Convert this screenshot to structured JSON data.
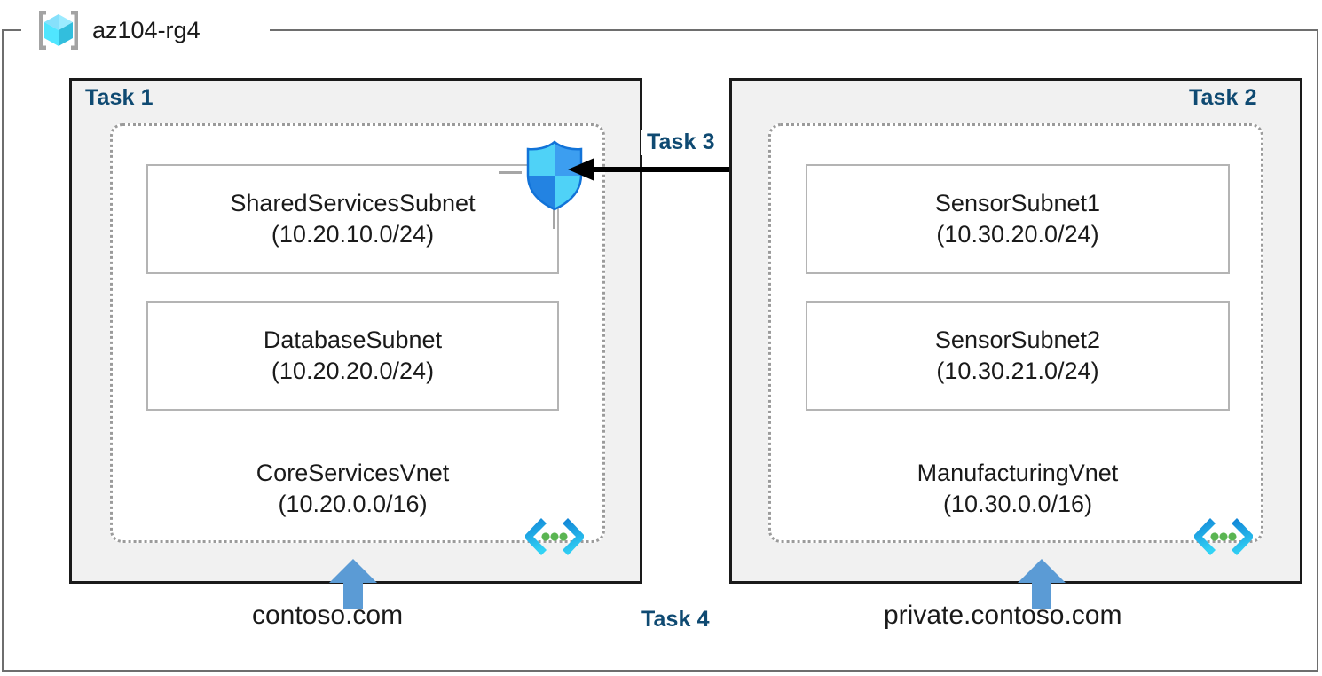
{
  "resource_group": {
    "name": "az104-rg4",
    "icon": "resource-group-cube-icon"
  },
  "tasks": {
    "task1_label": "Task 1",
    "task2_label": "Task 2",
    "task3_label": "Task 3",
    "task4_label": "Task 4"
  },
  "vnets": [
    {
      "id": "core-services",
      "name": "CoreServicesVnet",
      "cidr": "(10.20.0.0/16)",
      "icon": "vnet-icon",
      "subnets": [
        {
          "name": "SharedServicesSubnet",
          "cidr": "(10.20.10.0/24)"
        },
        {
          "name": "DatabaseSubnet",
          "cidr": "(10.20.20.0/24)"
        }
      ],
      "dns_label": "contoso.com",
      "dns_arrow_icon": "blue-up-arrow-icon"
    },
    {
      "id": "manufacturing",
      "name": "ManufacturingVnet",
      "cidr": "(10.30.0.0/16)",
      "icon": "vnet-icon",
      "subnets": [
        {
          "name": "SensorSubnet1",
          "cidr": "(10.30.20.0/24)"
        },
        {
          "name": "SensorSubnet2",
          "cidr": "(10.30.21.0/24)"
        }
      ],
      "dns_label": "private.contoso.com",
      "dns_arrow_icon": "blue-up-arrow-icon"
    }
  ],
  "icons": {
    "nsg": "network-security-group-shield-icon",
    "firewall": "azure-firewall-shield-monitor-icon",
    "peering_arrow": "black-left-arrow-icon"
  },
  "colors": {
    "task_label": "#0f4a72",
    "panel_fill": "#f1f1f1",
    "panel_border": "#1a1a1a",
    "vnet_dotted_border": "#9b9b9b",
    "subnet_border": "#b4b4b4",
    "rg_border": "#6e6e6e",
    "dns_arrow_blue": "#5b9bd5",
    "shield_blue": "#1b8df0",
    "vnet_glyph_cyan": "#32c3f0",
    "vnet_glyph_green": "#5ab552",
    "cube_cyan": "#50e6ff"
  }
}
